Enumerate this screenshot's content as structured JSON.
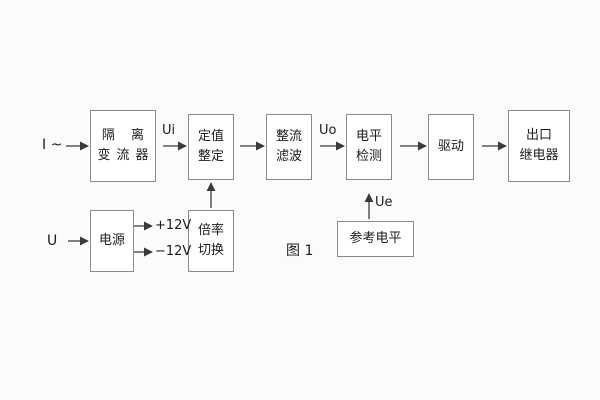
{
  "diagram": {
    "caption": "图 1",
    "blocks": [
      {
        "id": "isolation-ct",
        "lines": [
          "隔 离",
          "变流器"
        ]
      },
      {
        "id": "setting",
        "lines": [
          "定值",
          "整定"
        ]
      },
      {
        "id": "rectify-filter",
        "lines": [
          "整流",
          "滤波"
        ]
      },
      {
        "id": "level-detect",
        "lines": [
          "电平",
          "检测"
        ]
      },
      {
        "id": "drive",
        "lines": [
          "驱动"
        ]
      },
      {
        "id": "output-relay",
        "lines": [
          "出口",
          "继电器"
        ]
      },
      {
        "id": "power-supply",
        "lines": [
          "电源"
        ]
      },
      {
        "id": "multiplier-switch",
        "lines": [
          "倍率",
          "切换"
        ]
      },
      {
        "id": "reference-level",
        "lines": [
          "参考电平"
        ]
      }
    ],
    "signals": {
      "current_input": "I ~",
      "voltage_input": "U",
      "ui": "Ui",
      "uo": "Uo",
      "ue": "Ue",
      "rail_positive": "+12V",
      "rail_negative": "−12V"
    },
    "colors": {
      "background": "#fbfbfc",
      "block_border": "#8a8a8a",
      "block_fill": "#ffffff",
      "text": "#1c1c1c",
      "connector": "#3a3a3a"
    }
  }
}
